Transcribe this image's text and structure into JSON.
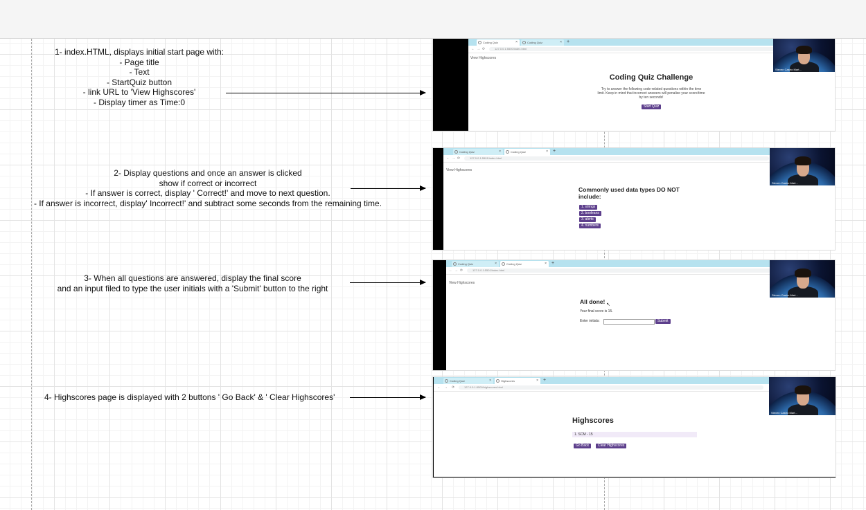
{
  "steps": [
    {
      "lines": [
        "1- index.HTML, displays initial start page with:",
        "- Page title",
        "- Text",
        "- StartQuiz button",
        "- link URL to 'View Highscores'",
        "- Display timer as Time:0"
      ],
      "screenshot": {
        "tabs": [
          "Coding Quiz",
          "Coding Quiz"
        ],
        "url": "127.0.0.1:5500/index.html",
        "view_highscores": "View Highscores",
        "title": "Coding Quiz Challenge",
        "text": [
          "Try to answer the following code-related questions within the time",
          "limit. Keep in mind that incorrect answers will penalize your score/time",
          "by ten seconds!"
        ],
        "button": "Start Quiz",
        "webcam_name": "Steven Castro Mart..."
      }
    },
    {
      "lines": [
        "2- Display questions and once an answer is clicked",
        "show if correct or incorrect",
        "- If answer is correct, display ' Correct!' and move to next question.",
        "- If answer is incorrect, display' Incorrect!' and subtract some seconds from the remaining time."
      ],
      "screenshot": {
        "tabs": [
          "Coding Quiz",
          "Coding Quiz"
        ],
        "url": "127.0.0.1:5501/index.html",
        "view_highscores": "View Highscores",
        "question": [
          "Commonly used data types DO NOT",
          "include:"
        ],
        "answers": [
          "1. strings",
          "2. booleans",
          "3. alerts",
          "4. numbers"
        ],
        "webcam_name": "Steven Castro Mart..."
      }
    },
    {
      "lines": [
        "3- When all questions are answered, display the final score",
        "and an input filed to type the user initials with a  'Submit' button to the right"
      ],
      "screenshot": {
        "tabs": [
          "Coding Quiz",
          "Coding Quiz"
        ],
        "url": "127.0.0.1:5501/index.html",
        "view_highscores": "View Highscores",
        "title": "All done!",
        "final_score": "Your final score is 15.",
        "initials_label": "Enter initials:",
        "button": "Submit",
        "webcam_name": "Steven Castro Mart..."
      }
    },
    {
      "lines": [
        "4- Highscores page is displayed with 2 buttons ' Go Back' & ' Clear Highscores'"
      ],
      "screenshot": {
        "tabs": [
          "Coding Quiz",
          "Highscores"
        ],
        "url": "127.0.0.1:5500/highscores.html",
        "title": "Highscores",
        "score_row": "1. SCM - 15",
        "buttons": [
          "Go Back",
          "Clear Highscores"
        ],
        "webcam_name": "Steven Castro Mart..."
      }
    }
  ]
}
